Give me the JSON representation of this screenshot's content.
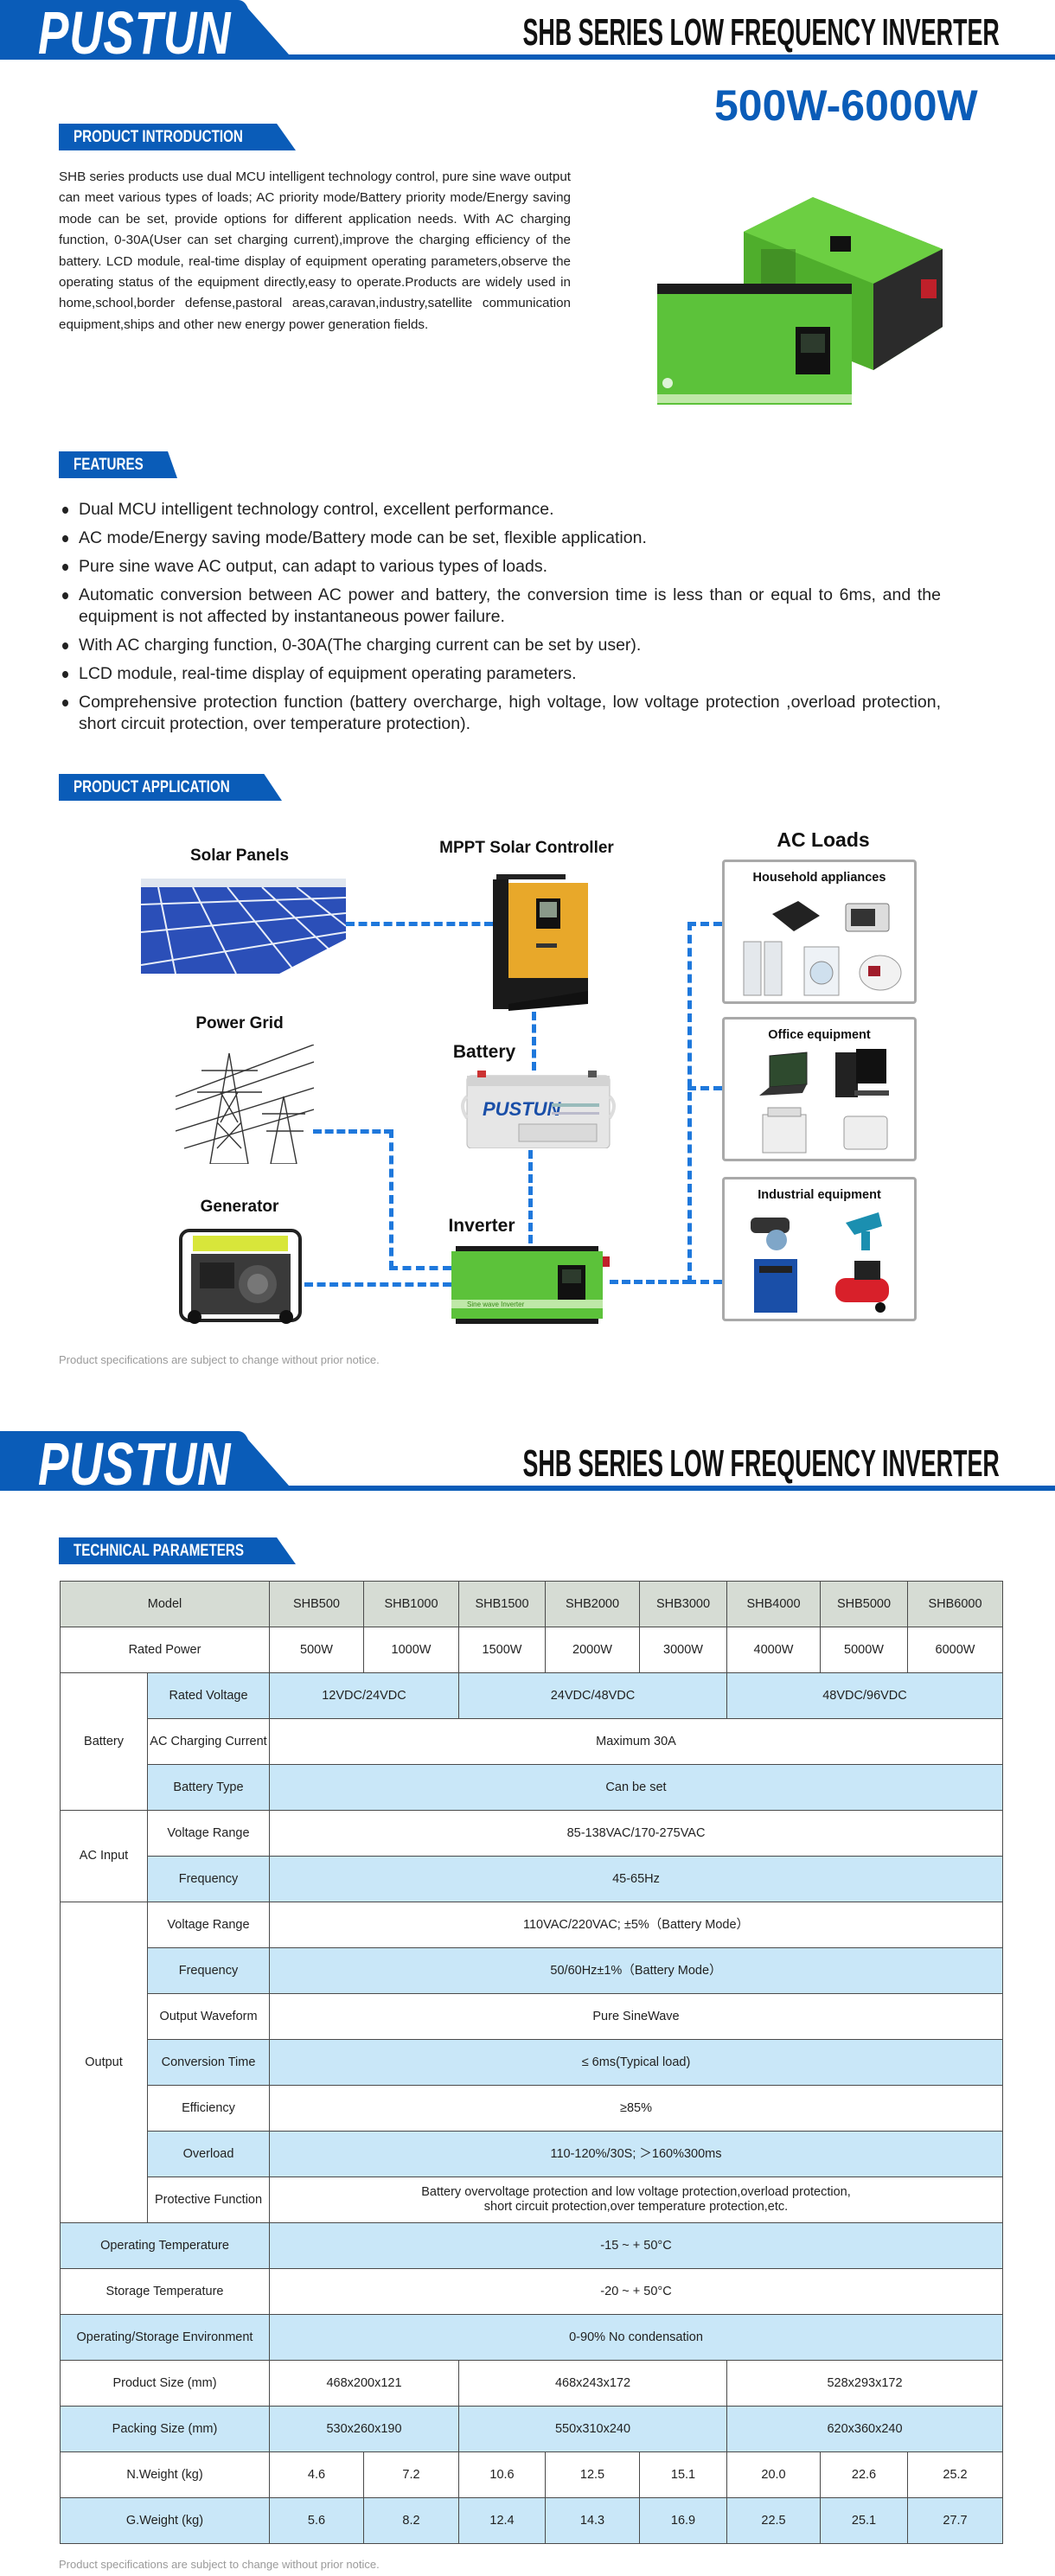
{
  "header": {
    "logo": "PUSTUN",
    "title": "SHB SERIES LOW FREQUENCY INVERTER"
  },
  "power_range": "500W-6000W",
  "intro": {
    "tag": "PRODUCT INTRODUCTION",
    "text": "SHB series products use dual MCU intelligent technology control, pure sine wave output can meet various types of loads; AC priority mode/Battery priority mode/Energy saving mode can be set, provide options for different application needs. With AC charging function, 0-30A(User can set charging current),improve the charging efficiency of the battery. LCD module, real-time display of equipment operating parameters,observe the operating status of the equipment directly,easy to operate.Products are widely used in home,school,border defense,pastoral areas,caravan,industry,satellite communication equipment,ships and other new energy power generation fields."
  },
  "features": {
    "tag": "FEATURES",
    "items": [
      "Dual MCU intelligent technology control, excellent performance.",
      "AC mode/Energy saving mode/Battery mode can be set, flexible application.",
      "Pure sine wave AC output, can adapt to various types of loads.",
      "Automatic conversion between AC power and battery, the conversion time is less than or equal to 6ms, and the equipment is not affected by instantaneous power failure.",
      "With AC charging function, 0-30A(The charging current can be set by user).",
      "LCD module, real-time display of equipment operating parameters.",
      "Comprehensive protection function (battery overcharge, high voltage, low voltage protection ,overload protection, short circuit protection, over temperature protection)."
    ]
  },
  "application": {
    "tag": "PRODUCT APPLICATION",
    "solar": "Solar Panels",
    "mppt": "MPPT Solar Controller",
    "grid": "Power Grid",
    "battery": "Battery",
    "battery_brand": "PUSTUN",
    "generator": "Generator",
    "inverter": "Inverter",
    "inverter_strip": "Sine wave Inverter",
    "ac_loads": "AC Loads",
    "household": "Household appliances",
    "office": "Office equipment",
    "industrial": "Industrial equipment"
  },
  "footnote": "Product specifications are subject to change without prior notice.",
  "colors": {
    "brand_blue": "#0a5cb8",
    "dash_blue": "#1e78dc",
    "row_blue": "#c9e7f8",
    "head_grey": "#d6dcd4",
    "inverter_green": "#5cc23a"
  },
  "tech": {
    "tag": "TECHNICAL PARAMETERS",
    "rows": [
      {
        "label": "Model",
        "cells": [
          {
            "v": "SHB500"
          },
          {
            "v": "SHB1000"
          },
          {
            "v": "SHB1500"
          },
          {
            "v": "SHB2000"
          },
          {
            "v": "SHB3000"
          },
          {
            "v": "SHB4000"
          },
          {
            "v": "SHB5000"
          },
          {
            "v": "SHB6000"
          }
        ]
      },
      {
        "label": "Rated Power",
        "cells": [
          {
            "v": "500W"
          },
          {
            "v": "1000W"
          },
          {
            "v": "1500W"
          },
          {
            "v": "2000W"
          },
          {
            "v": "3000W"
          },
          {
            "v": "4000W"
          },
          {
            "v": "5000W"
          },
          {
            "v": "6000W"
          }
        ]
      },
      {
        "group": "Battery",
        "group_rows": 3,
        "sub": "Rated Voltage",
        "cells": [
          {
            "v": "12VDC/24VDC",
            "span": 2
          },
          {
            "v": "24VDC/48VDC",
            "span": 3
          },
          {
            "v": "48VDC/96VDC",
            "span": 3
          }
        ]
      },
      {
        "sub": "AC Charging Current",
        "cells": [
          {
            "v": "Maximum 30A",
            "span": 8
          }
        ]
      },
      {
        "sub": "Battery Type",
        "cells": [
          {
            "v": "Can be set",
            "span": 8
          }
        ]
      },
      {
        "group": "AC Input",
        "group_rows": 2,
        "sub": "Voltage Range",
        "cells": [
          {
            "v": "85-138VAC/170-275VAC",
            "span": 8
          }
        ]
      },
      {
        "sub": "Frequency",
        "cells": [
          {
            "v": "45-65Hz",
            "span": 8
          }
        ]
      },
      {
        "group": "Output",
        "group_rows": 7,
        "sub": "Voltage Range",
        "cells": [
          {
            "v": "110VAC/220VAC; ±5%（Battery Mode）",
            "span": 8
          }
        ]
      },
      {
        "sub": "Frequency",
        "cells": [
          {
            "v": "50/60Hz±1%（Battery Mode）",
            "span": 8
          }
        ]
      },
      {
        "sub": "Output Waveform",
        "cells": [
          {
            "v": "Pure SineWave",
            "span": 8
          }
        ]
      },
      {
        "sub": "Conversion Time",
        "cells": [
          {
            "v": "≤ 6ms(Typical load)",
            "span": 8
          }
        ]
      },
      {
        "sub": "Efficiency",
        "cells": [
          {
            "v": "≥85%",
            "span": 8
          }
        ]
      },
      {
        "sub": "Overload",
        "cells": [
          {
            "v": "110-120%/30S;  ＞160%300ms",
            "span": 8
          }
        ]
      },
      {
        "sub": "Protective Function",
        "cells": [
          {
            "v": "Battery overvoltage protection and low voltage protection,overload protection,\nshort circuit protection,over temperature protection,etc.",
            "span": 8
          }
        ]
      },
      {
        "label": "Operating Temperature",
        "cells": [
          {
            "v": "-15 ~ + 50°C",
            "span": 8
          }
        ]
      },
      {
        "label": "Storage Temperature",
        "cells": [
          {
            "v": "-20 ~ + 50°C",
            "span": 8
          }
        ]
      },
      {
        "label": "Operating/Storage Environment",
        "cells": [
          {
            "v": "0-90%  No condensation",
            "span": 8
          }
        ]
      },
      {
        "label": "Product Size (mm)",
        "cells": [
          {
            "v": "468x200x121",
            "span": 2
          },
          {
            "v": "468x243x172",
            "span": 3
          },
          {
            "v": "528x293x172",
            "span": 3
          }
        ]
      },
      {
        "label": "Packing Size (mm)",
        "cells": [
          {
            "v": "530x260x190",
            "span": 2
          },
          {
            "v": "550x310x240",
            "span": 3
          },
          {
            "v": "620x360x240",
            "span": 3
          }
        ]
      },
      {
        "label": "N.Weight (kg)",
        "cells": [
          {
            "v": "4.6"
          },
          {
            "v": "7.2"
          },
          {
            "v": "10.6"
          },
          {
            "v": "12.5"
          },
          {
            "v": "15.1"
          },
          {
            "v": "20.0"
          },
          {
            "v": "22.6"
          },
          {
            "v": "25.2"
          }
        ]
      },
      {
        "label": "G.Weight (kg)",
        "cells": [
          {
            "v": "5.6"
          },
          {
            "v": "8.2"
          },
          {
            "v": "12.4"
          },
          {
            "v": "14.3"
          },
          {
            "v": "16.9"
          },
          {
            "v": "22.5"
          },
          {
            "v": "25.1"
          },
          {
            "v": "27.7"
          }
        ]
      }
    ]
  }
}
